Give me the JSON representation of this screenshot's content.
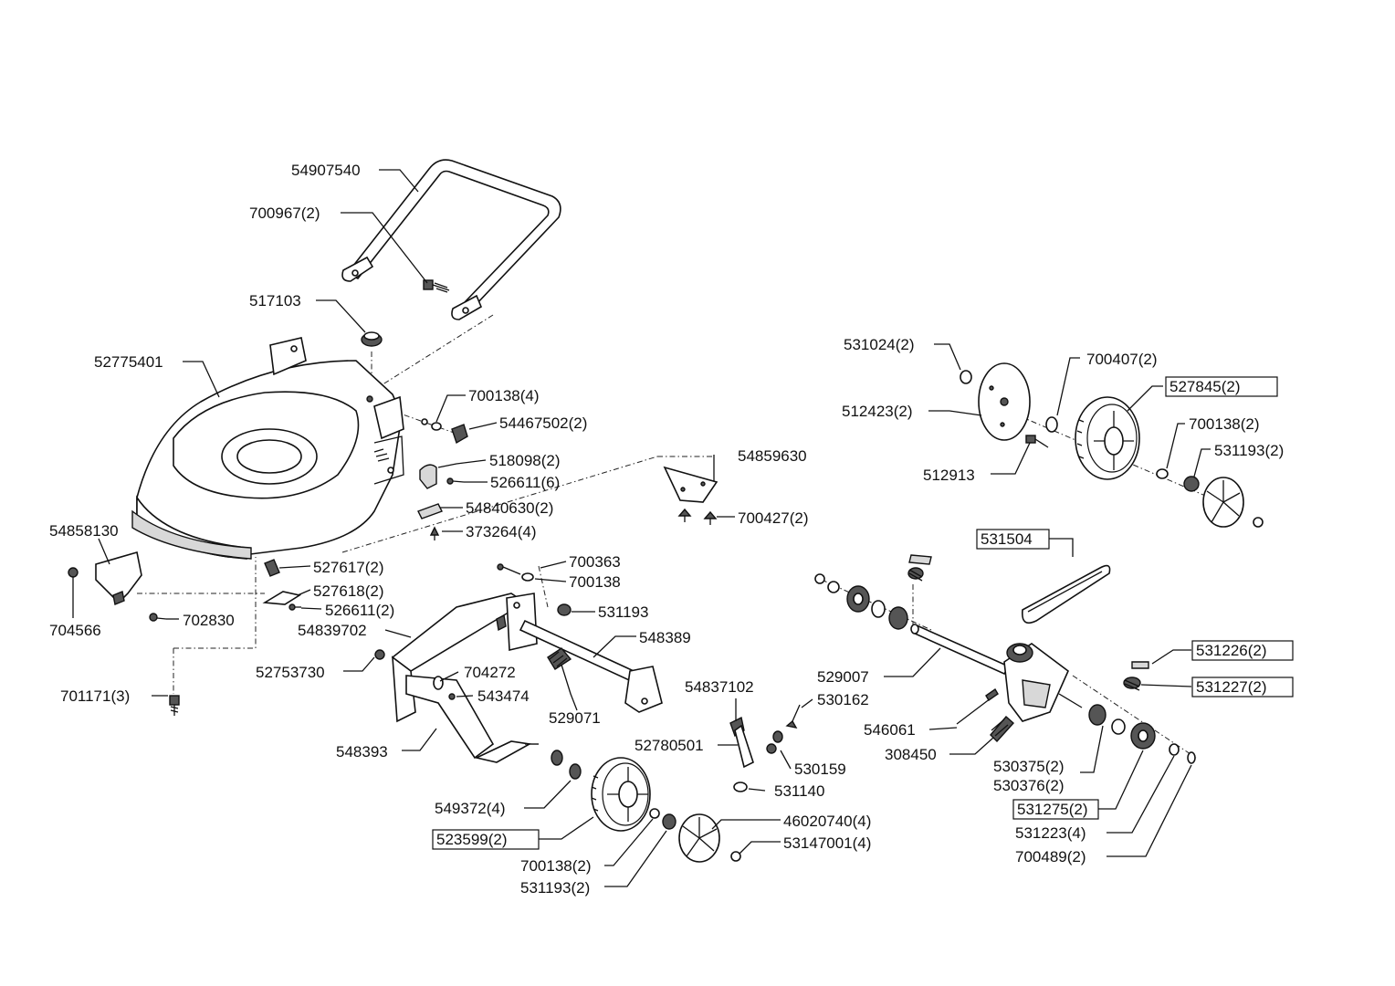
{
  "labels": {
    "l54907540": "54907540",
    "l700967": "700967(2)",
    "l517103": "517103",
    "l52775401": "52775401",
    "l700138_4": "700138(4)",
    "l54467502": "54467502(2)",
    "l518098": "518098(2)",
    "l526611_6": "526611(6)",
    "l54840630": "54840630(2)",
    "l373264": "373264(4)",
    "l54858130": "54858130",
    "l704566": "704566",
    "l702830": "702830",
    "l527617": "527617(2)",
    "l527618": "527618(2)",
    "l526611_2": "526611(2)",
    "l54839702": "54839702",
    "l700363": "700363",
    "l700138": "700138",
    "l531193": "531193",
    "l548389": "548389",
    "l52753730": "52753730",
    "l704272": "704272",
    "l543474": "543474",
    "l529071": "529071",
    "l701171": "701171(3)",
    "l548393": "548393",
    "l549372": "549372(4)",
    "l523599": "523599(2)",
    "l700138_2b": "700138(2)",
    "l531193_2b": "531193(2)",
    "l46020740": "46020740(4)",
    "l53147001": "53147001(4)",
    "l54859630": "54859630",
    "l700427": "700427(2)",
    "l54837102": "54837102",
    "l530162": "530162",
    "l52780501": "52780501",
    "l530159": "530159",
    "l531140": "531140",
    "l531024": "531024(2)",
    "l700407": "700407(2)",
    "l512423": "512423(2)",
    "l527845": "527845(2)",
    "l700138_2a": "700138(2)",
    "l531193_2a": "531193(2)",
    "l512913": "512913",
    "l531504": "531504",
    "l529007": "529007",
    "l531226": "531226(2)",
    "l531227": "531227(2)",
    "l546061": "546061",
    "l308450": "308450",
    "l530375": "530375(2)",
    "l530376": "530376(2)",
    "l531275": "531275(2)",
    "l531223": "531223(4)",
    "l700489": "700489(2)"
  }
}
